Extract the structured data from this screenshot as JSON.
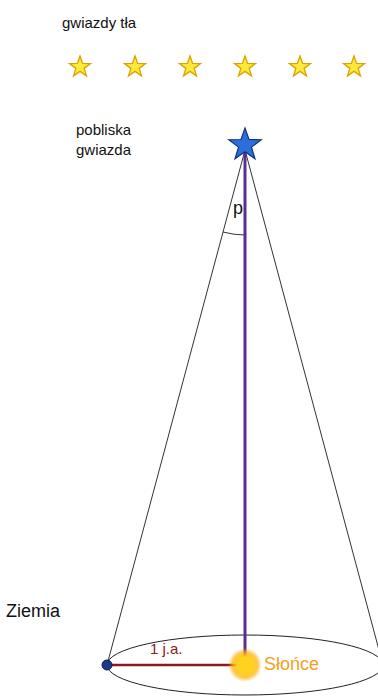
{
  "diagram": {
    "labels": [
      "gwiazdy tła",
      "pobliska gwiazda",
      "p",
      "Ziemia",
      "1 j.a.",
      "Słońce"
    ]
  }
}
